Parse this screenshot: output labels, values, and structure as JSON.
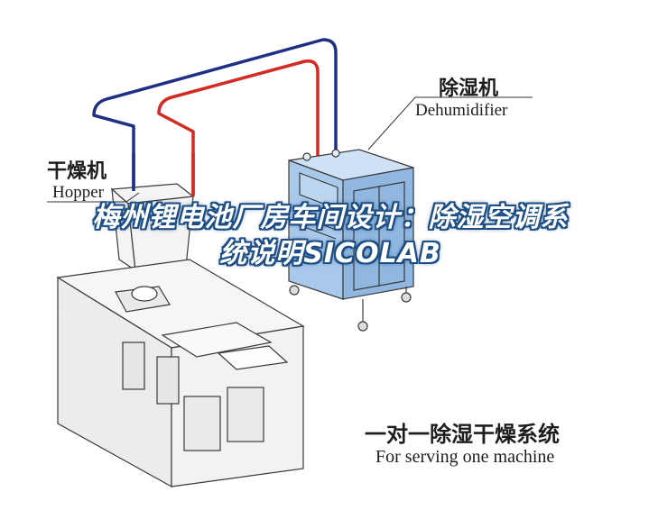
{
  "labels": {
    "dehumidifier_cn": "除湿机",
    "dehumidifier_en": "Dehumidifier",
    "hopper_cn": "干燥机",
    "hopper_en": "Hopper",
    "system_cn": "一对一除湿干燥系统",
    "system_en": "For serving one machine"
  },
  "overlay_title": "梅州锂电池厂房车间设计：除湿空调系统说明SICOLAB",
  "colors": {
    "dehumidifier_blue": "#a9c9ea",
    "pipe_blue": "#1f2f86",
    "pipe_red": "#d42a24",
    "machine_gray": "#f2f2f2",
    "outline": "#3a3a3a"
  }
}
